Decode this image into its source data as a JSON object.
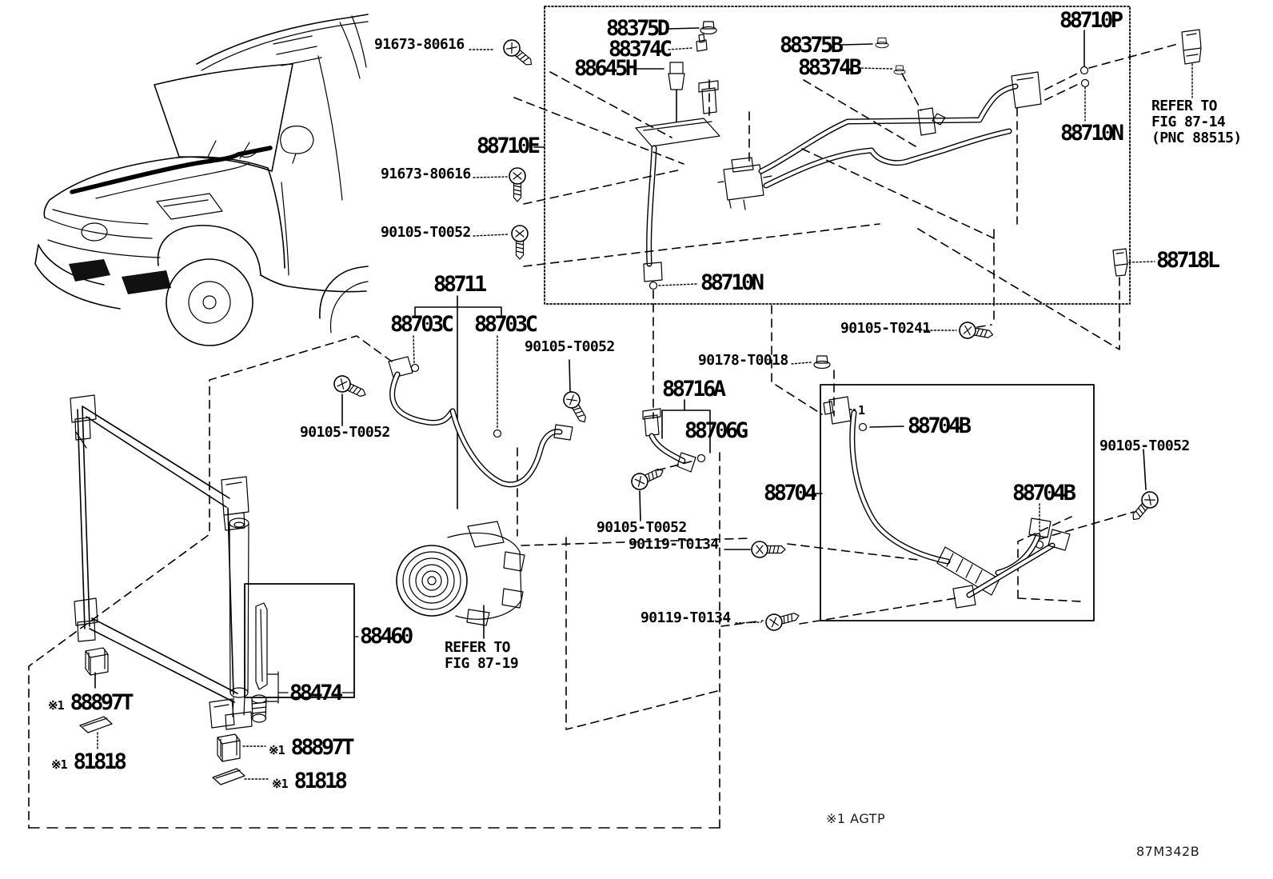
{
  "figure": {
    "code": "87M342B",
    "footnote": {
      "prefix": "※1 ",
      "text": "AGTP"
    }
  },
  "icons": [
    "screw-icon",
    "nut-icon",
    "o-ring-icon",
    "clamp-icon",
    "clip-icon"
  ],
  "labels": [
    {
      "id": "91673-80616-a",
      "text": "91673-80616"
    },
    {
      "id": "88375D",
      "text": "88375D"
    },
    {
      "id": "88374C",
      "text": "88374C"
    },
    {
      "id": "88645H",
      "text": "88645H"
    },
    {
      "id": "88375B",
      "text": "88375B"
    },
    {
      "id": "88374B",
      "text": "88374B"
    },
    {
      "id": "88710P",
      "text": "88710P"
    },
    {
      "id": "refer-fig-87-14",
      "text": "REFER TO\nFIG 87-14\n(PNC 88515)"
    },
    {
      "id": "88710N-a",
      "text": "88710N"
    },
    {
      "id": "88710E",
      "text": "88710E"
    },
    {
      "id": "91673-80616-b",
      "text": "91673-80616"
    },
    {
      "id": "90105-T0052-a",
      "text": "90105-T0052"
    },
    {
      "id": "88711",
      "text": "88711"
    },
    {
      "id": "88710N-b",
      "text": "88710N"
    },
    {
      "id": "88703C-a",
      "text": "88703C"
    },
    {
      "id": "88703C-b",
      "text": "88703C"
    },
    {
      "id": "90105-T0052-b",
      "text": "90105-T0052"
    },
    {
      "id": "90105-T0241",
      "text": "90105-T0241"
    },
    {
      "id": "88718L",
      "text": "88718L"
    },
    {
      "id": "90178-T0018",
      "text": "90178-T0018"
    },
    {
      "id": "88716A",
      "text": "88716A"
    },
    {
      "id": "88706G",
      "text": "88706G"
    },
    {
      "id": "90105-T0052-c",
      "text": "90105-T0052"
    },
    {
      "id": "88704B-a",
      "text": "88704B"
    },
    {
      "id": "90105-T0052-d",
      "text": "90105-T0052"
    },
    {
      "id": "88704",
      "text": "88704"
    },
    {
      "id": "88704B-b",
      "text": "88704B"
    },
    {
      "id": "90105-T0052-e",
      "text": "90105-T0052"
    },
    {
      "id": "90119-T0134-a",
      "text": "90119-T0134"
    },
    {
      "id": "90119-T0134-b",
      "text": "90119-T0134"
    },
    {
      "id": "88460",
      "text": "88460"
    },
    {
      "id": "refer-fig-87-19",
      "text": "REFER TO\nFIG 87-19"
    },
    {
      "id": "88474",
      "text": "88474"
    },
    {
      "id": "88897T-a",
      "prefix": "※1 ",
      "text": "88897T"
    },
    {
      "id": "81818-a",
      "prefix": "※1 ",
      "text": "81818"
    },
    {
      "id": "88897T-b",
      "prefix": "※1 ",
      "text": "88897T"
    },
    {
      "id": "81818-b",
      "prefix": "※1 ",
      "text": "81818"
    },
    {
      "id": "qty-1",
      "text": "1"
    }
  ]
}
